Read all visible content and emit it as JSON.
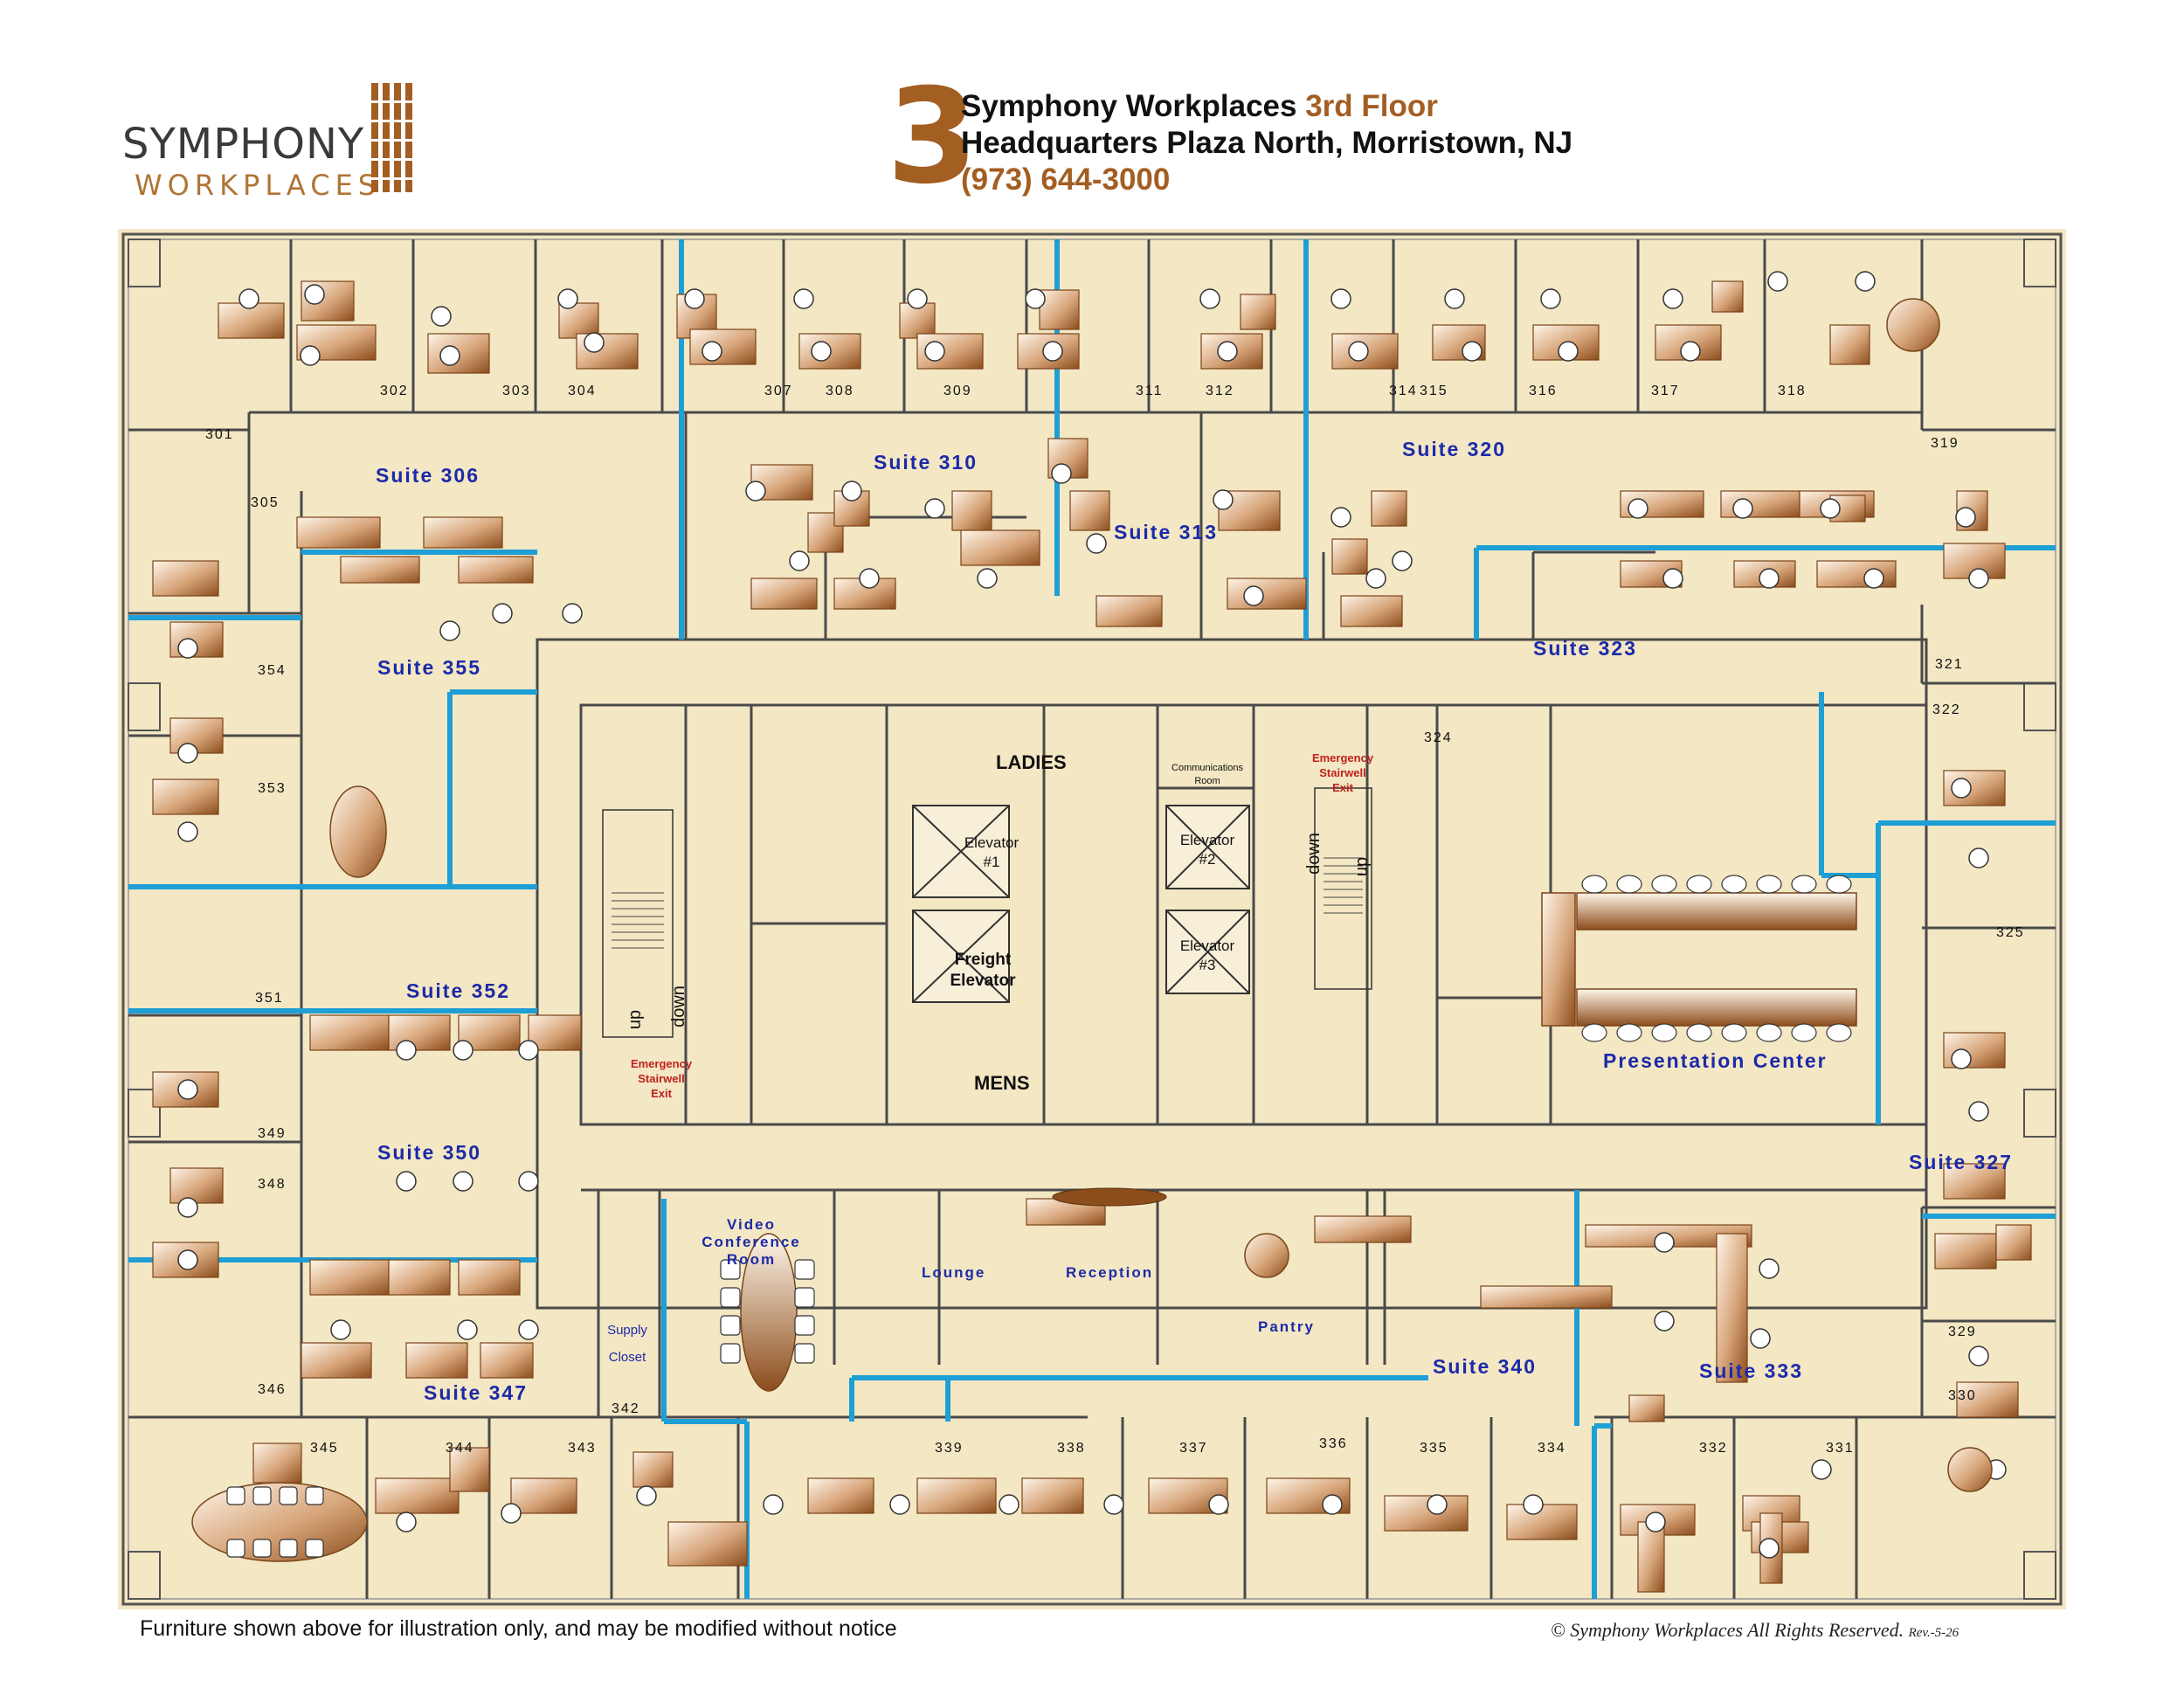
{
  "logo": {
    "wordmark": "SYMPHONY",
    "subline": "WORKPLACES"
  },
  "header": {
    "floor_number": "3",
    "company": "Symphony Workplaces",
    "floor_label": "3rd Floor",
    "location": "Headquarters Plaza North, Morristown, NJ",
    "phone": "(973) 644-3000"
  },
  "colors": {
    "floor": "#f3e7c4",
    "wall": "#3a3a3a",
    "suite_wall": "#1e9fd6",
    "furniture": "#a35e22",
    "accent": "#a35e22",
    "suite_label": "#1c2aa8",
    "exit_label": "#c0201e"
  },
  "suites": [
    "Suite 306",
    "Suite 310",
    "Suite 313",
    "Suite 320",
    "Suite 323",
    "Suite 355",
    "Suite 352",
    "Suite 350",
    "Suite 347",
    "Suite 340",
    "Suite 333",
    "Suite 327"
  ],
  "rooms": [
    "301",
    "302",
    "303",
    "304",
    "305",
    "307",
    "308",
    "309",
    "311",
    "312",
    "314",
    "315",
    "316",
    "317",
    "318",
    "319",
    "321",
    "322",
    "324",
    "325",
    "329",
    "330",
    "331",
    "332",
    "334",
    "335",
    "336",
    "337",
    "338",
    "339",
    "342",
    "343",
    "344",
    "345",
    "346",
    "348",
    "349",
    "351",
    "353",
    "354"
  ],
  "core": {
    "ladies": "LADIES",
    "mens": "MENS",
    "elevator1": [
      "Elevator",
      "#1"
    ],
    "elevator2": [
      "Elevator",
      "#2"
    ],
    "elevator3": [
      "Elevator",
      "#3"
    ],
    "freight": [
      "Freight",
      "Elevator"
    ],
    "comms": [
      "Communications",
      "Room"
    ],
    "exit": [
      "Emergency",
      "Stairwell",
      "Exit"
    ],
    "stair_up": "up",
    "stair_down": "down"
  },
  "amenities": {
    "presentation": "Presentation Center",
    "video": [
      "Video",
      "Conference",
      "Room"
    ],
    "lounge": "Lounge",
    "reception": "Reception",
    "pantry": "Pantry",
    "supply": [
      "Supply",
      "Closet"
    ]
  },
  "footer": {
    "disclaimer": "Furniture shown above for illustration only, and may be modified without notice",
    "copyright": "© Symphony Workplaces All Rights Reserved.",
    "revision": "Rev.-5-26"
  }
}
